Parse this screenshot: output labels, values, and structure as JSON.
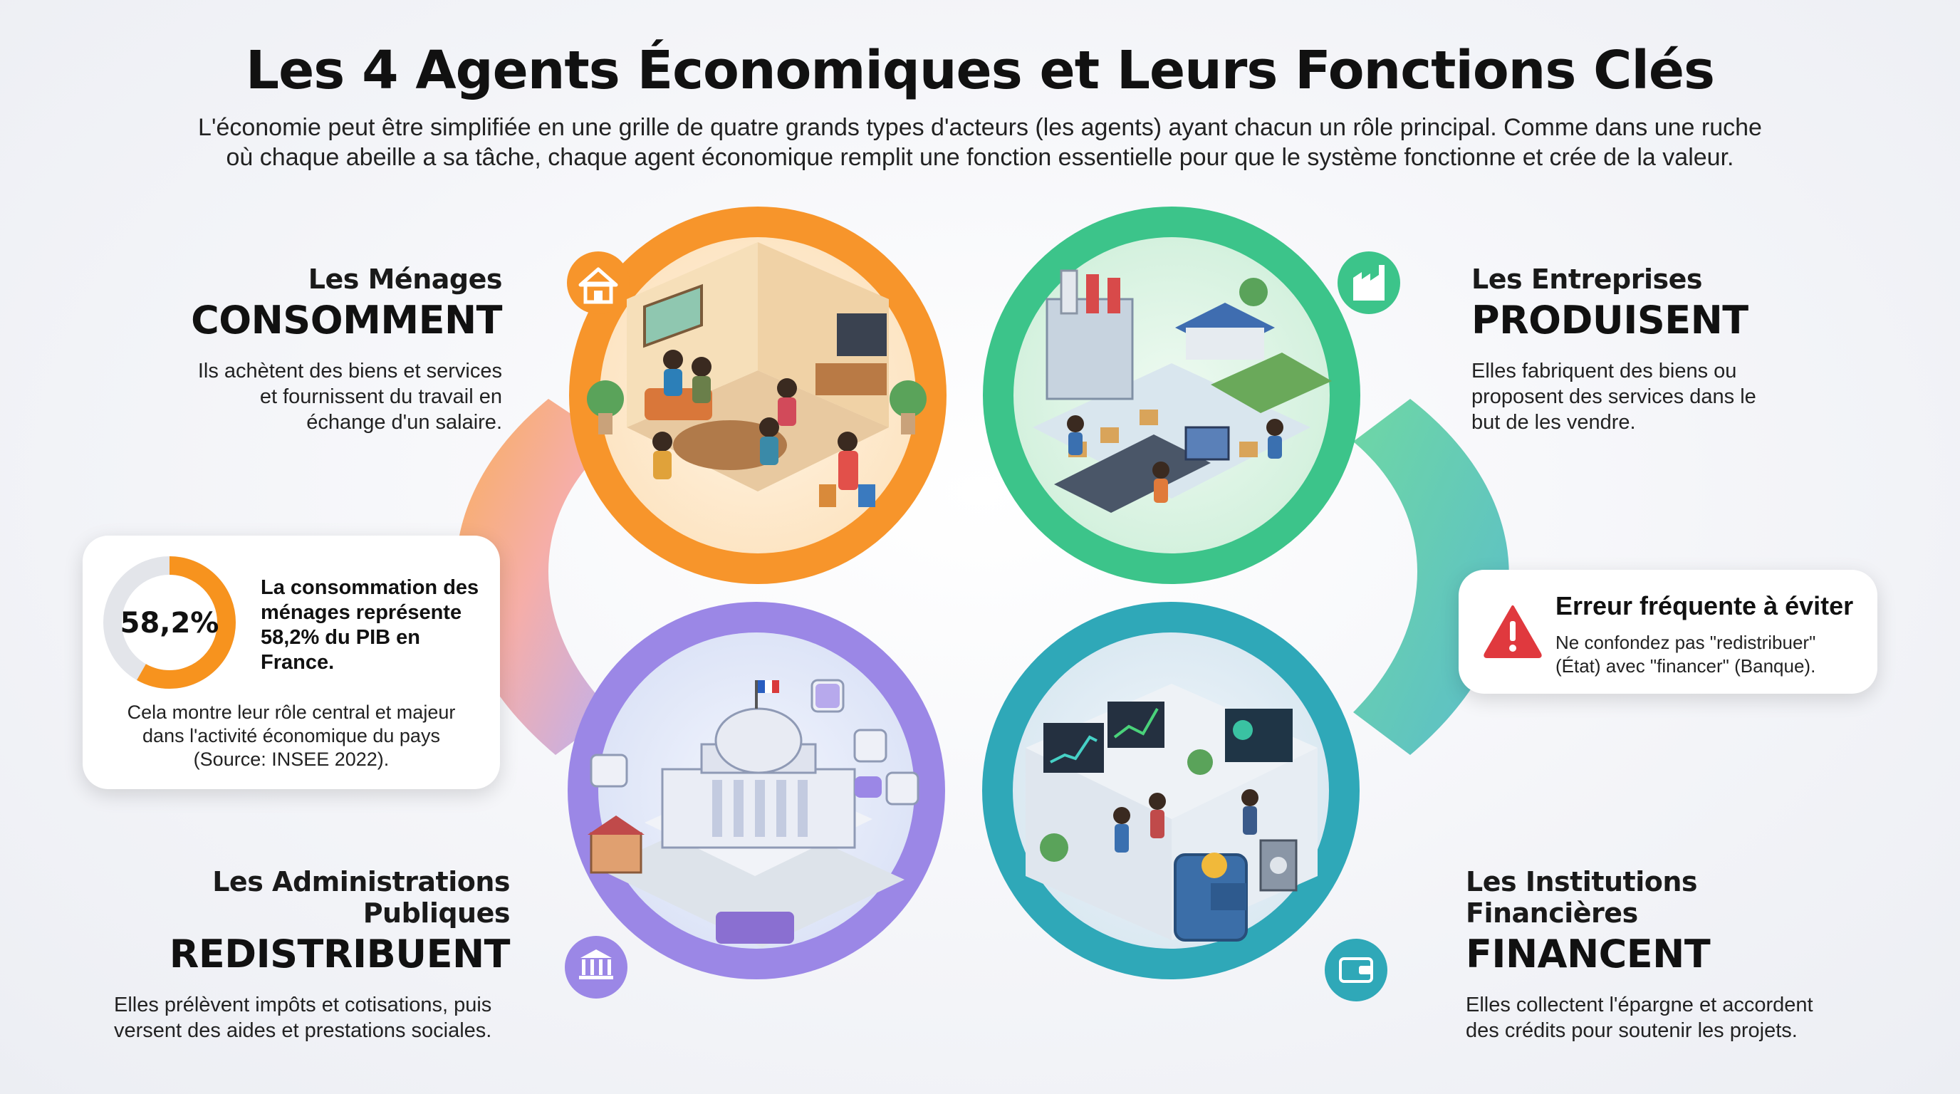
{
  "title": "Les 4 Agents Économiques et Leurs Fonctions Clés",
  "subtitle_line1": "L'économie peut être simplifiée en une grille de quatre grands types d'acteurs (les agents) ayant chacun un rôle principal. Comme dans une ruche",
  "subtitle_line2": "où chaque abeille a sa tâche, chaque agent économique remplit une fonction essentielle pour que le système fonctionne et crée de la valeur.",
  "agents": [
    {
      "name": "Les Ménages",
      "verb": "CONSOMMENT",
      "desc": [
        "Ils achètent des biens et services",
        "et fournissent du travail en",
        "échange d'un salaire."
      ],
      "color": "#f7952b",
      "icon": "house-icon"
    },
    {
      "name": "Les Entreprises",
      "verb": "PRODUISENT",
      "desc": [
        "Elles fabriquent des biens ou",
        "proposent des services dans le",
        "but de les vendre."
      ],
      "color": "#3cc48a",
      "icon": "factory-icon"
    },
    {
      "name": "Les Administrations Publiques",
      "verb": "REDISTRIBUENT",
      "desc": [
        "Elles prélèvent impôts et cotisations, puis",
        "versent des aides et prestations sociales."
      ],
      "color": "#9b87e6",
      "icon": "government-building-icon"
    },
    {
      "name": "Les Institutions Financières",
      "verb": "FINANCENT",
      "desc": [
        "Elles collectent l'épargne et accordent",
        "des crédits pour soutenir les projets."
      ],
      "color": "#2fa8b8",
      "icon": "wallet-icon"
    }
  ],
  "stat": {
    "value": "58,2%",
    "fraction": 0.582,
    "headline": [
      "La consommation des",
      "ménages représente",
      "58,2% du PIB en",
      "France."
    ],
    "note": [
      "Cela montre leur rôle central et majeur",
      "dans l'activité économique du pays",
      "(Source: INSEE 2022)."
    ],
    "ring_color": "#f7931e",
    "track_color": "#e3e5ea"
  },
  "warning": {
    "title": "Erreur fréquente à éviter",
    "text": [
      "Ne confondez pas \"redistribuer\"",
      "(État) avec \"financer\" (Banque)."
    ],
    "icon": "warning-icon",
    "color": "#e0393e"
  }
}
